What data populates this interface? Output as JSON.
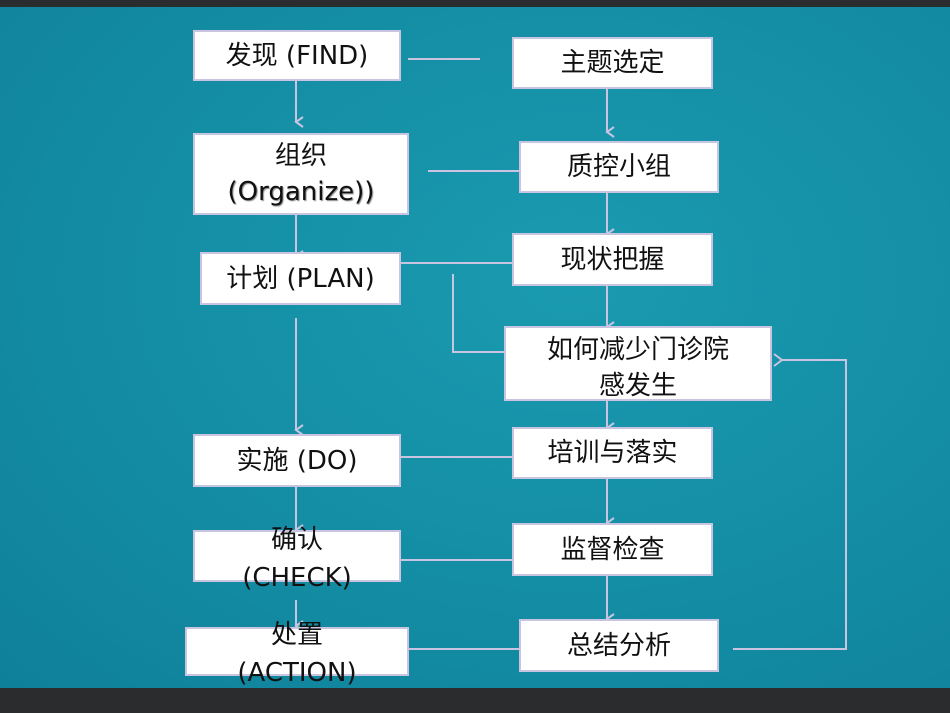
{
  "left_column": [
    {
      "label": "发现 (FIND)"
    },
    {
      "line1": "组织",
      "line2": "(Organize))"
    },
    {
      "label": "计划 (PLAN)"
    },
    {
      "label": "实施 (DO)"
    },
    {
      "line1": "确认",
      "line2": "(CHECK)"
    },
    {
      "line1": "处置",
      "line2": "(ACTION)"
    }
  ],
  "right_column": [
    {
      "label": "主题选定"
    },
    {
      "label": "质控小组"
    },
    {
      "label": "现状把握"
    },
    {
      "line1": "如何减少门诊院",
      "line2": "感发生"
    },
    {
      "label": "培训与落实"
    },
    {
      "label": "监督检查"
    },
    {
      "label": "总结分析"
    }
  ],
  "colors": {
    "background": "#1590a8",
    "connector": "#c9c4df",
    "box": "#ffffff"
  }
}
